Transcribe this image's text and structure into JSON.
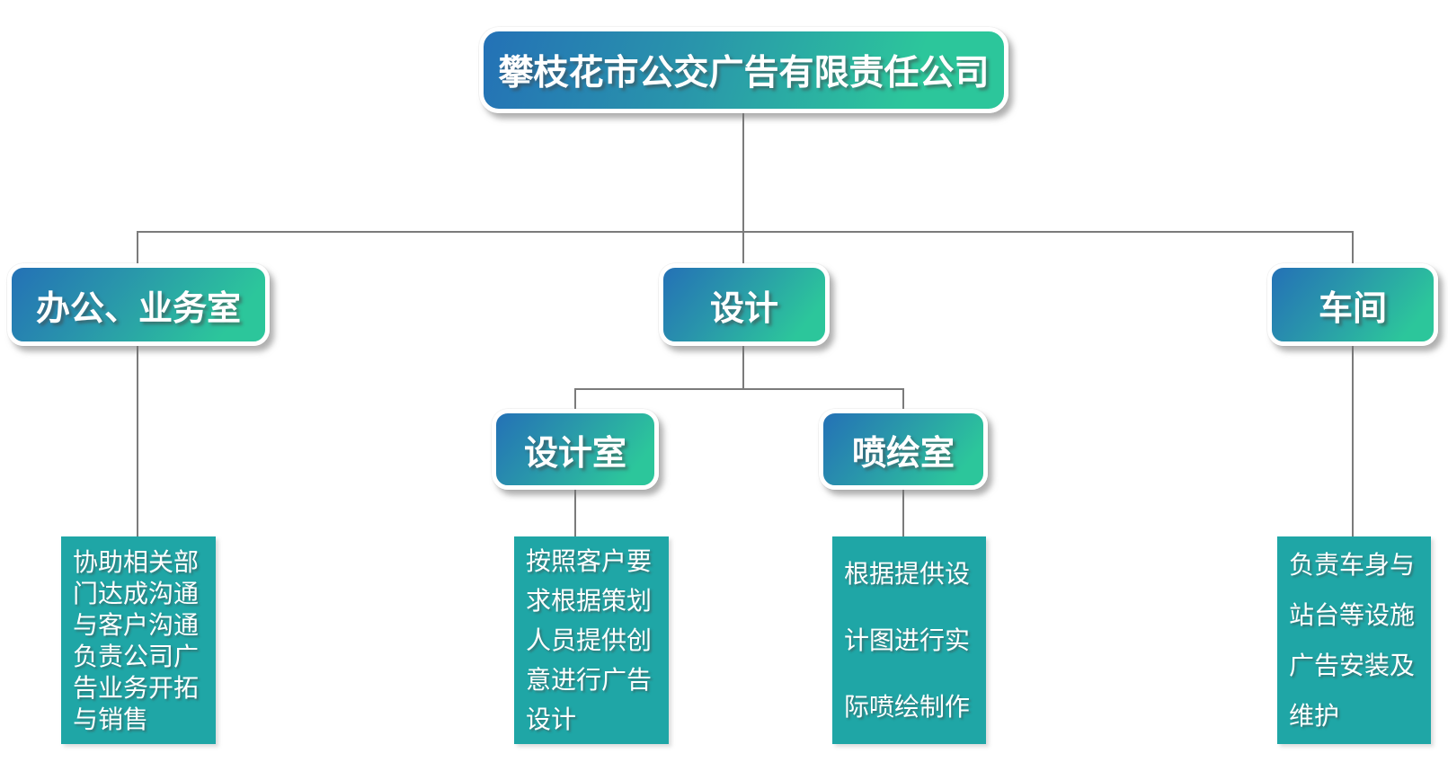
{
  "org": {
    "title": "攀枝花市公交广告有限责任公司",
    "root": {
      "label": "攀枝花市公交广告有限责任公司"
    },
    "office": {
      "label": "办公、业务室",
      "desc": "协助相关部\n门达成沟通\n与客户沟通\n负责公司广\n告业务开拓\n与销售"
    },
    "design": {
      "label": "设计"
    },
    "design_room": {
      "label": "设计室",
      "desc": "按照客户要\n求根据策划\n人员提供创\n意进行广告\n设计"
    },
    "spray_room": {
      "label": "喷绘室",
      "desc": "根据提供设\n计图进行实\n际喷绘制作"
    },
    "workshop": {
      "label": "车间",
      "desc": "负责车身与\n站台等设施\n广告安装及\n维护"
    },
    "colors": {
      "node_gradient_start": "#2471b6",
      "node_gradient_end": "#2cc69b",
      "node_border": "#ffffff",
      "desc_fill": "#1fa6a6",
      "connector": "#7b7b7b",
      "text": "#ffffff",
      "background": "#ffffff"
    }
  }
}
